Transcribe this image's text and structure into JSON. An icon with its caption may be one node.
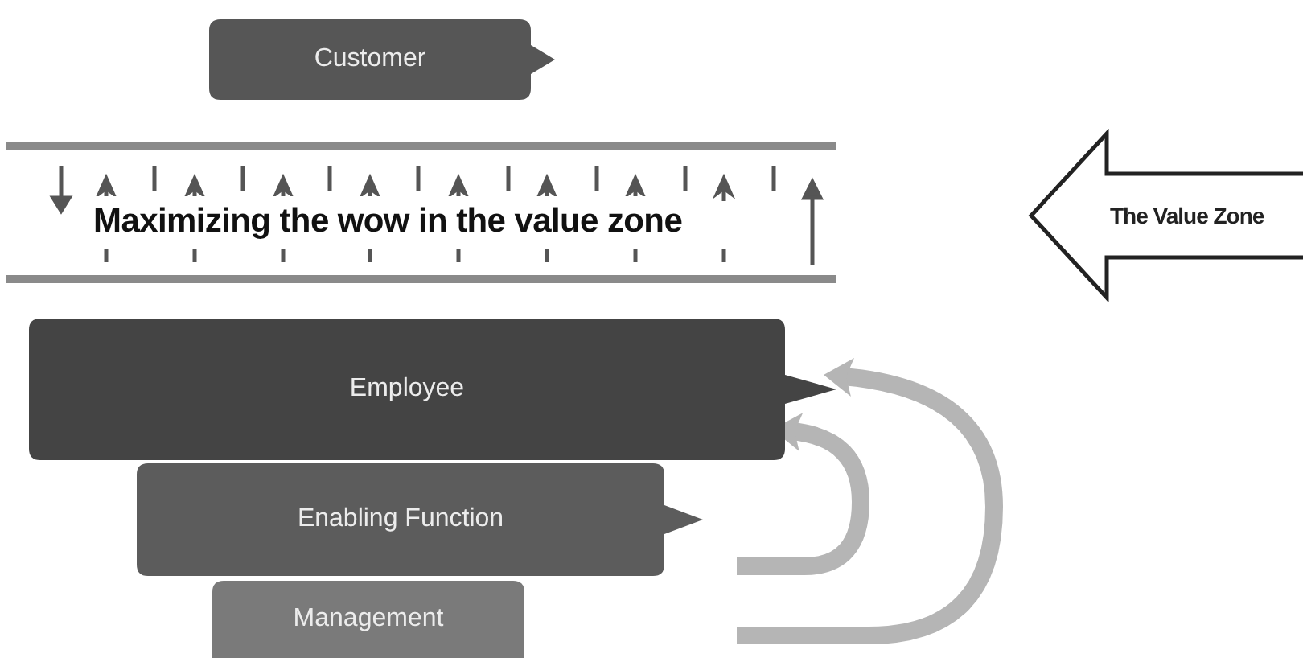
{
  "diagram": {
    "nodes": [
      {
        "text": [
          "Customer"
        ]
      },
      {
        "text": [
          "Maximizing the wow in the value zone"
        ]
      },
      {
        "text": [
          "The Value Zone"
        ]
      },
      {
        "text": [
          "Employee"
        ]
      },
      {
        "text": [
          "Enabling Function"
        ]
      },
      {
        "text": [
          "Management"
        ]
      }
    ],
    "edges": [
      {
        "from": null,
        "to": 3,
        "arrow": "to",
        "color": "#b5b5b5"
      },
      {
        "from": null,
        "to": 3,
        "arrow": "to",
        "color": "#b5b5b5"
      }
    ]
  }
}
